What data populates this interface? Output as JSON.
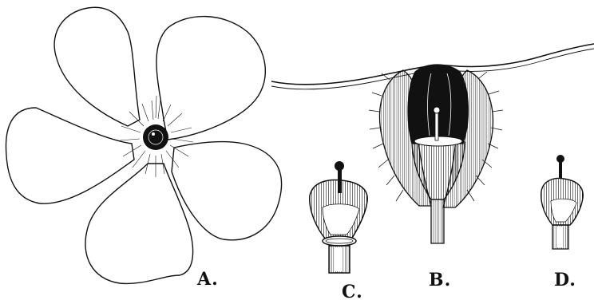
{
  "figure_labels": {
    "a": "A.",
    "b": "B.",
    "c": "C.",
    "d": "D."
  },
  "colors": {
    "ink": "#111111",
    "paper": "#ffffff"
  }
}
